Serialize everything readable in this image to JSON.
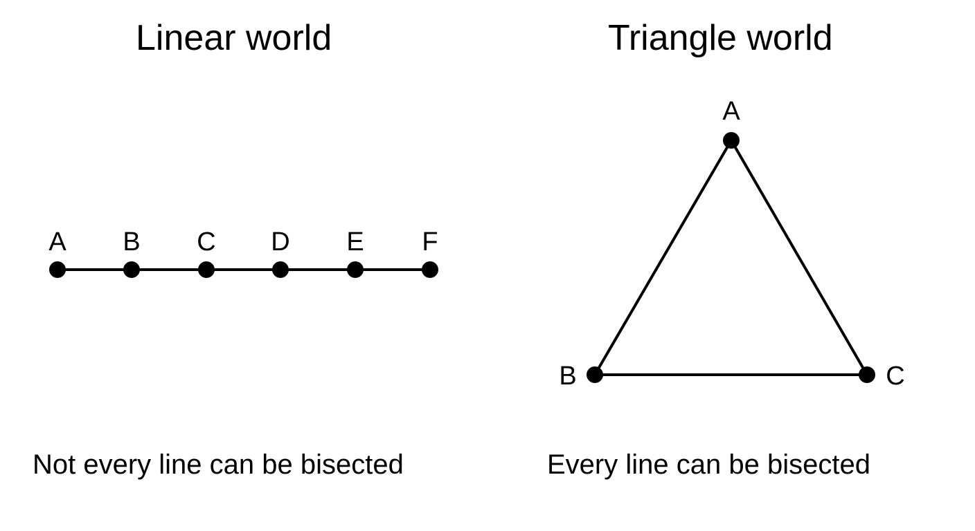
{
  "left": {
    "title": "Linear world",
    "caption": "Not every line can be bisected",
    "points": [
      "A",
      "B",
      "C",
      "D",
      "E",
      "F"
    ]
  },
  "right": {
    "title": "Triangle world",
    "caption": "Every line can be bisected",
    "vertices": {
      "top": "A",
      "bottom_left": "B",
      "bottom_right": "C"
    }
  }
}
